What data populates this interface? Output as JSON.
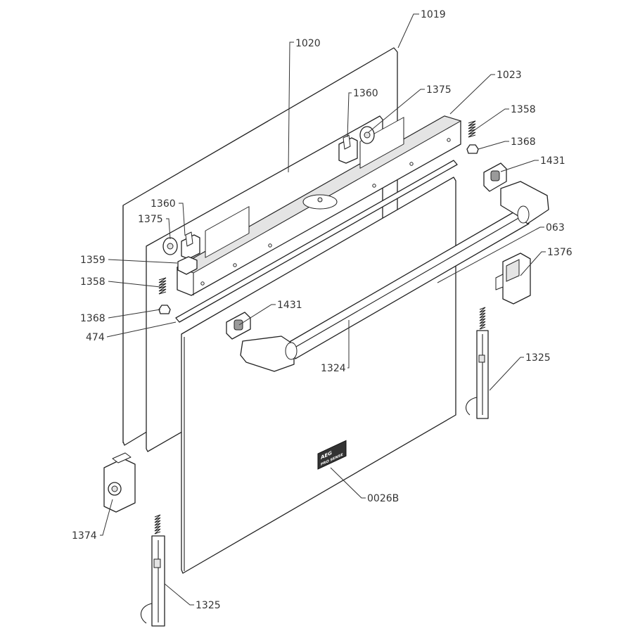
{
  "labels": {
    "outer_glass": "1019",
    "middle_glass": "1020",
    "hinge_bracket_top": "1023",
    "clip_top": "1360",
    "clip_top_washer": "1375",
    "clip_left": "1360",
    "clip_left_washer": "1375",
    "spring_right": "1358",
    "cap_right": "1368",
    "handle_mount_right": "1431",
    "door_panel": "063",
    "hinge_receiver_right": "1376",
    "stopper": "1359",
    "spring_left": "1358",
    "cap_left": "1368",
    "seal_strip": "474",
    "handle_mount_left": "1431",
    "handle": "1324",
    "hinge_right": "1325",
    "hinge_receiver_left": "1374",
    "badge": "0026B",
    "hinge_left": "1325"
  },
  "badge_text": {
    "brand": "AEG",
    "model": "PRO SENSE"
  }
}
